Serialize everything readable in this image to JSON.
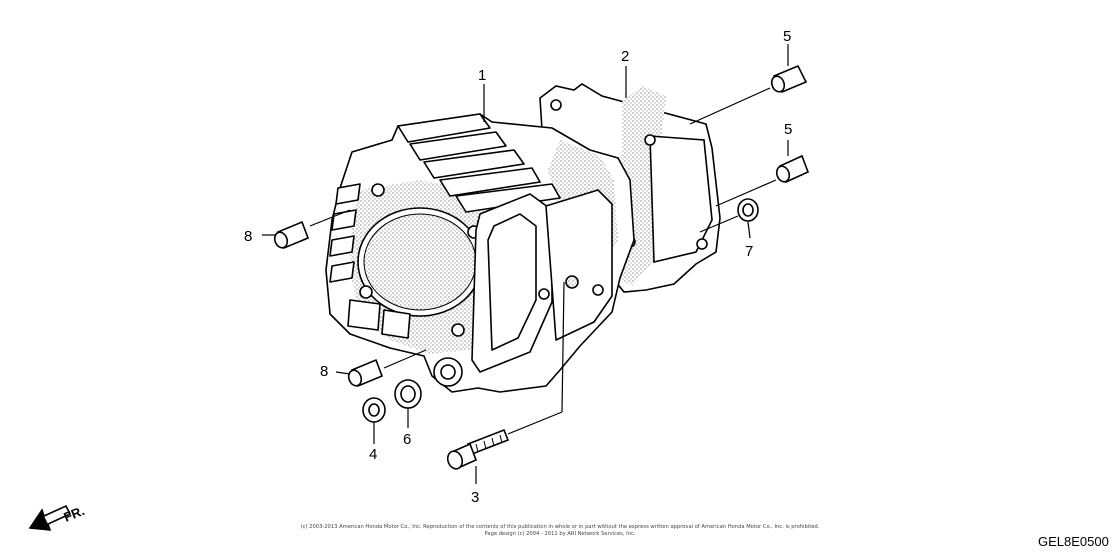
{
  "callouts": {
    "c1": "1",
    "c2": "2",
    "c3": "3",
    "c4": "4",
    "c5a": "5",
    "c5b": "5",
    "c6": "6",
    "c7": "7",
    "c8a": "8",
    "c8b": "8"
  },
  "direction_label": "FR.",
  "copyright": {
    "line1": "(c) 2003-2013 American Honda Motor Co., Inc. Reproduction of the contents of this publication in whole or in part without the express written approval of American Honda Motor Co., Inc. is prohibited.",
    "line2": "Page design (c) 2004 - 2011 by ARI Network Services, Inc."
  },
  "diagram_code": "GEL8E0500"
}
